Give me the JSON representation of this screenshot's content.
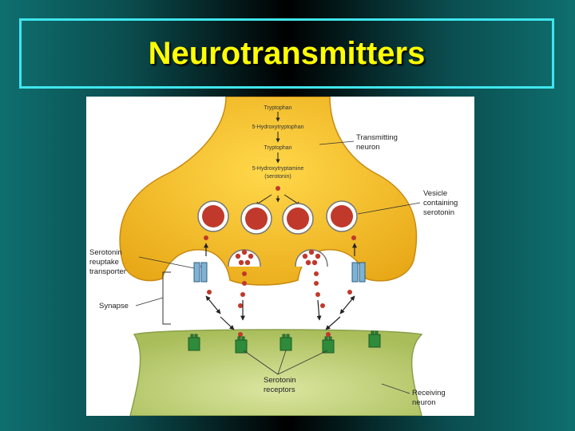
{
  "title": "Neurotransmitters",
  "diagram": {
    "pathway": {
      "step1": "Tryptophan",
      "step2": "5-Hydroxytryptophan",
      "step3": "Tryptophan",
      "step4": "5-Hydroxytryptamine",
      "step5": "(serotonin)"
    },
    "labels": {
      "transmitting_line1": "Transmitting",
      "transmitting_line2": "neuron",
      "vesicle_line1": "Vesicle",
      "vesicle_line2": "containing",
      "vesicle_line3": "serotonin",
      "reuptake_line1": "Serotonin",
      "reuptake_line2": "reuptake",
      "reuptake_line3": "transporter",
      "synapse": "Synapse",
      "receptors_line1": "Serotonin",
      "receptors_line2": "receptors",
      "receiving_line1": "Receiving",
      "receiving_line2": "neuron"
    },
    "colors": {
      "transmitting_neuron": "#f4c22a",
      "receiving_neuron": "#c3d27d",
      "serotonin": "#c0392b",
      "transporter": "#7fb3d5",
      "receptor": "#2e8b3a"
    }
  }
}
